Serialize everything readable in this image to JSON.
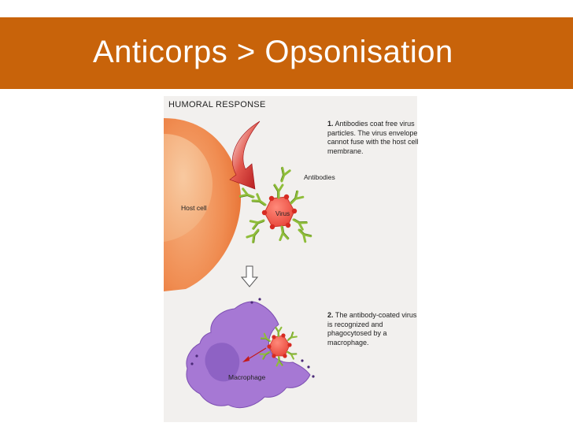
{
  "slide": {
    "title": "Anticorps > Opsonisation"
  },
  "colors": {
    "title_bar": "#c8630a",
    "host_cell": "#f08d52",
    "virus": "#f0574a",
    "antibody": "#8fbd3a",
    "macrophage": "#a678d4",
    "arrow": "#c41a1a"
  },
  "figure": {
    "heading": "HUMORAL RESPONSE",
    "step1": {
      "number": "1.",
      "text": "Antibodies coat free virus particles. The virus envelope cannot fuse with the host cell membrane."
    },
    "step2": {
      "number": "2.",
      "text": "The antibody-coated virus is recognized and phagocytosed by a macrophage."
    },
    "labels": {
      "antibodies": "Antibodies",
      "host_cell": "Host cell",
      "virus": "Virus",
      "macrophage": "Macrophage"
    }
  }
}
